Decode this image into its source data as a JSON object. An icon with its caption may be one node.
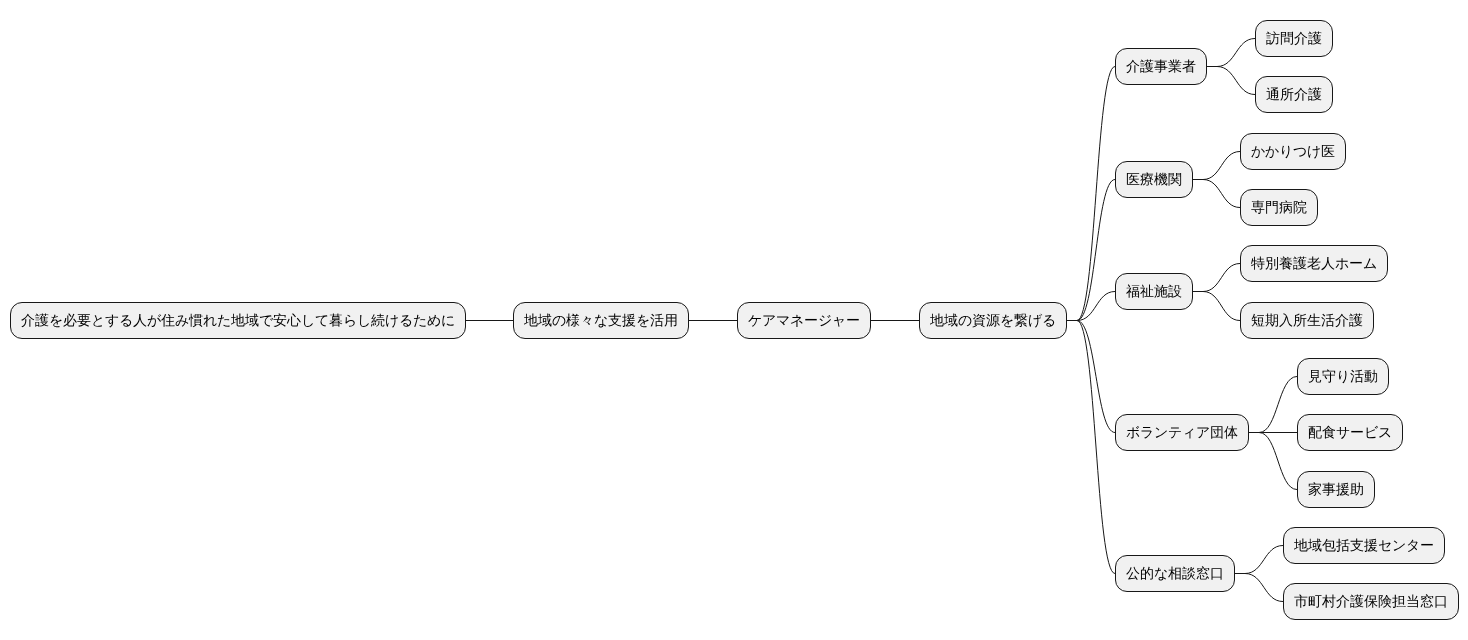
{
  "diagram": {
    "nodes": [
      {
        "text": [
          "介護を必要とする人が住み慣れた地域で安心して暮らし続けるために"
        ]
      },
      {
        "text": [
          "地域の様々な支援を活用"
        ]
      },
      {
        "text": [
          "ケアマネージャー"
        ]
      },
      {
        "text": [
          "地域の資源を繋げる"
        ]
      },
      {
        "text": [
          "介護事業者"
        ]
      },
      {
        "text": [
          "訪問介護"
        ]
      },
      {
        "text": [
          "通所介護"
        ]
      },
      {
        "text": [
          "医療機関"
        ]
      },
      {
        "text": [
          "かかりつけ医"
        ]
      },
      {
        "text": [
          "専門病院"
        ]
      },
      {
        "text": [
          "福祉施設"
        ]
      },
      {
        "text": [
          "特別養護老人ホーム"
        ]
      },
      {
        "text": [
          "短期入所生活介護"
        ]
      },
      {
        "text": [
          "ボランティア団体"
        ]
      },
      {
        "text": [
          "見守り活動"
        ]
      },
      {
        "text": [
          "配食サービス"
        ]
      },
      {
        "text": [
          "家事援助"
        ]
      },
      {
        "text": [
          "公的な相談窓口"
        ]
      },
      {
        "text": [
          "地域包括支援センター"
        ]
      },
      {
        "text": [
          "市町村介護保険担当窓口"
        ]
      }
    ],
    "edges": [
      {
        "from": 0,
        "to": 1,
        "arrow": "none"
      },
      {
        "from": 1,
        "to": 2,
        "arrow": "none"
      },
      {
        "from": 2,
        "to": 3,
        "arrow": "none"
      },
      {
        "from": 3,
        "to": 4,
        "arrow": "none"
      },
      {
        "from": 4,
        "to": 5,
        "arrow": "none"
      },
      {
        "from": 4,
        "to": 6,
        "arrow": "none"
      },
      {
        "from": 3,
        "to": 7,
        "arrow": "none"
      },
      {
        "from": 7,
        "to": 8,
        "arrow": "none"
      },
      {
        "from": 7,
        "to": 9,
        "arrow": "none"
      },
      {
        "from": 3,
        "to": 10,
        "arrow": "none"
      },
      {
        "from": 10,
        "to": 11,
        "arrow": "none"
      },
      {
        "from": 10,
        "to": 12,
        "arrow": "none"
      },
      {
        "from": 3,
        "to": 13,
        "arrow": "none"
      },
      {
        "from": 13,
        "to": 14,
        "arrow": "none"
      },
      {
        "from": 13,
        "to": 15,
        "arrow": "none"
      },
      {
        "from": 13,
        "to": 16,
        "arrow": "none"
      },
      {
        "from": 3,
        "to": 17,
        "arrow": "none"
      },
      {
        "from": 17,
        "to": 18,
        "arrow": "none"
      },
      {
        "from": 17,
        "to": 19,
        "arrow": "none"
      }
    ]
  }
}
